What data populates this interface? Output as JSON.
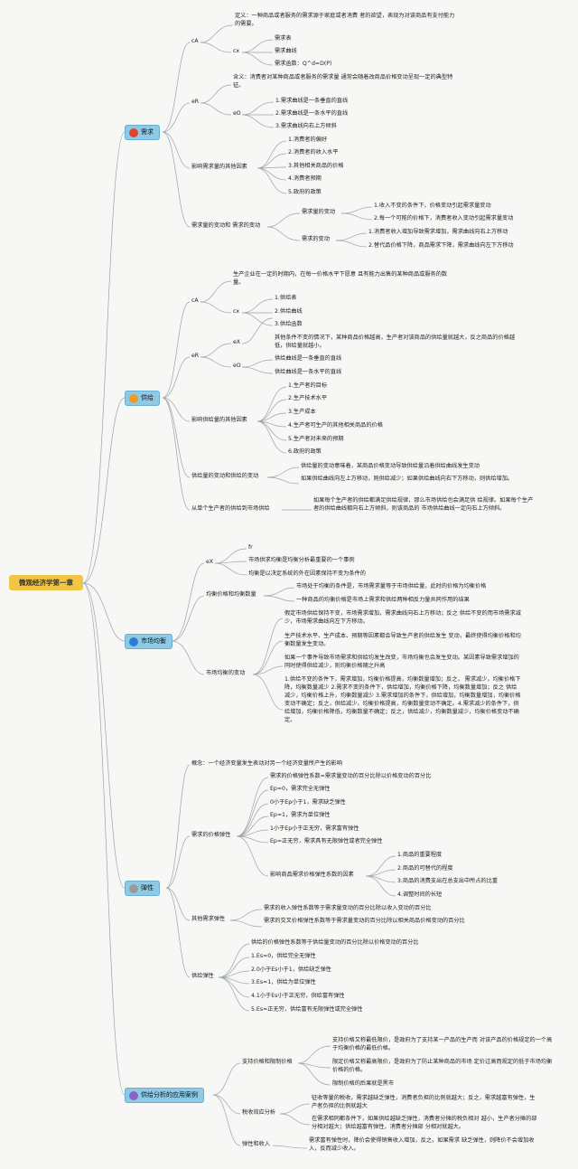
{
  "root": "微观经济学第一章",
  "sections": {
    "demand": "需求",
    "supply": "供给",
    "equilibrium": "市场均衡",
    "elasticity": "弹性",
    "application": "供给分析的应用案例"
  },
  "demand": {
    "cA": "cA",
    "def": "定义：一种商品或者服务的需求源于家庭或者消费 者的欲望，表现为对该商品有支付能力的需要。",
    "cx": "cx",
    "cx_items": [
      "需求表",
      "需求曲线",
      "需求函数：Q^d=D(P)"
    ],
    "eR": "eR",
    "law": "含义：消费者对某种商品或者服务的需求量 通常会随着改商品价格变动呈现一定的典型特征。",
    "eO": "eO",
    "eO_items": [
      "1.需求曲线是一条垂直的直线",
      "2.需求曲线是一条水平的直线",
      "3.需求曲线向右上方倾斜"
    ],
    "factors_label": "影响需求量的其他因素",
    "factors": [
      "1.消费者的偏好",
      "2.消费者的收入水平",
      "3.其他相关商品的价格",
      "4.消费者预期",
      "5.政府的政策"
    ],
    "change_label": "需求量的变动和 需求的变动",
    "qd_change": "需求量的变动",
    "qd_items": [
      "1.收入不变的条件下，价格变动引起需求量变动",
      "2.每一个可能的价格下，消费者收入变动引起需求量变动"
    ],
    "d_change": "需求的变动",
    "d_items": [
      "1.消费者收入增加导致需求增加，需求曲线向右上方移动",
      "2.替代品价格下降，商品需求下降，需求曲线向左下方移动"
    ]
  },
  "supply": {
    "cA": "cA",
    "def": "生产企业在一定的时期内，在每一价格水平下愿意 且有能力出售的某种商品或服务的数量。",
    "cx": "cx",
    "cx_items": [
      "1.供给表",
      "2.供给曲线",
      "3.供给函数"
    ],
    "eR": "eR",
    "eX": "eX",
    "eX_text": "其他条件不变的情况下，某种商品价格越高，生产者对该商品的供给量就越大，反之商品的价格越低，供给量就越小。",
    "eO": "eO",
    "eO_items": [
      "供给曲线是一条垂直的直线",
      "供给曲线是一条水平的直线"
    ],
    "factors_label": "影响供给量的其他因素",
    "factors": [
      "1.生产者的目标",
      "2.生产技术水平",
      "3.生产成本",
      "4.生产者可生产的其他相关商品的价格",
      "5.生产者对未来的预期",
      "6.政府的政策"
    ],
    "change_label": "供给量的变动和供给的变动",
    "change_items": [
      "供给量的变动意味着，某商品价格变动导致供给量沿着供给曲线发生变动",
      "如果供给曲线向左上方移动，则供给减少；如果供给曲线向右下方移动，则供给增加。"
    ],
    "single_label": "从单个生产者的供给到市场供给",
    "single_text": "如果每个生产者的供给都满足供给规律，那么市场供给也会满足供 给规律。如果每个生产者的供给曲线都向右上方倾斜，则该商品的 市场供给曲线一定向右上方倾斜。"
  },
  "equilibrium": {
    "eX": "eX",
    "fr": "fr",
    "ex_items": [
      "市场供求均衡是均衡分析最重要的一个事例",
      "均衡是以决定系统的外在因素保持不变为条件的"
    ],
    "pq_label": "均衡价格和均衡数量",
    "pq_items": [
      "市场处于均衡的条件是，市场需求量等于市场供给量，此时的价格为均衡价格",
      "一种商品的均衡价格是市场上需求和供给两种相反力量共同作用的结果"
    ],
    "change_label": "市场均衡的变动",
    "change_items": [
      "假定市场供给保持不变，市场需求增加，需求曲线向右上方移动；反之 供给不变的而市场需求减少，市场需求曲线向左下方移动。",
      "生产技术水平、生产成本、预期等因素都会导致生产者的供给发生 变动，最终使得均衡价格和均衡数量发生变动。",
      "如果一个事件导致市场需求和供给均发生改变，市场均衡也会发生变动。某因素导致需求增加的同时使得供给减少，则均衡价格随之升高",
      "1.供给不变的条件下，需求增加，均衡价格提高，均衡数量增加；反之， 需求减少，均衡价格下降，均衡数量减少 2.需求不变的条件下，供给增加，均衡价格下降，均衡数量增加；反之 供给减少，均衡价格上升，均衡数量减少 3.需求增加的条件下，供给增加，均衡数量增加，均衡价格变动不确定；反之，供给减少，均衡价格提高，均衡数量变动不确定。4.需求减少的条件下，供给增加，均衡价格降低，均衡数量不确定；反之，供给减少，均衡数量减少，均衡价格变动不确定。"
    ]
  },
  "elasticity": {
    "concept": "概念：一个经济变量发生表动对另一个经济变量所产生的影响",
    "demand_label": "需求的价格弹性",
    "demand_items": [
      "需求的价格弹性系数=需求量变动的百分比除以价格变动的百分比",
      "Ep=0，需求完全无弹性",
      "0小于Ep小于1，需求缺乏弹性",
      "Ep=1，需求为单位弹性",
      "1小于Ep小于正无穷，需求富有弹性",
      "Ep=正无穷，需求具有无限弹性或者完全弹性"
    ],
    "factor_label": "影响商品需求价格弹性系数的因素",
    "factor_items": [
      "1.商品的重要程度",
      "2.商品的可替代的程度",
      "3.商品的消费支出在总支出中所占的比重",
      "4.调整时间的长短"
    ],
    "other_label": "其他需求弹性",
    "other_items": [
      "需求的收入弹性系数等于需求量变动的百分比除以收入变动的百分比",
      "需求的交叉价格弹性系数等于需求量变动的百分比除以相关商品价格变动的百分比"
    ],
    "supply_label": "供给弹性",
    "supply_items": [
      "供给的价格弹性系数等于供给量变动的百分比除以价格变动的百分比",
      "1.Es=0，供给完全无弹性",
      "2.0小于Es小于1，供给缺乏弹性",
      "3.Es=1，供给为单位弹性",
      "4.1小于Es小于正无穷，供给富有弹性",
      "5.Es=正无穷，供给富有无限弹性或完全弹性"
    ]
  },
  "application": {
    "price_label": "支持价格和限制价格",
    "price_items": [
      "支持价格又称最低限价，是政府为了支持某一产品的生产而 对该产品的价格规定的一个高于均衡价格的最低价格。",
      "限定价格又称最高限价，是政府为了防止某种商品的市场 定价过高而规定的低于市场均衡价格的价格。",
      "限制价格的后果就是黑市"
    ],
    "tax_label": "税收效应分析",
    "tax_items": [
      "征收等量的税收，需求越缺乏弹性，消费者负担的比例就越大；反之，需求越富有弹性，生产者负担的比例就越大",
      "在需求相同都条件下，如果供给越缺乏弹性，消费者分摊的税负相对 越小，生产者分摊的部分相对越大；供给越富有弹性，消费者分摊部 分相对就越大。"
    ],
    "revenue_label": "弹性和收入",
    "revenue_text": "需求富有弹性时，降价会使得销售收入增加，反之，如果需求 缺乏弹性，则降价不会增加收入，反而减少收入。"
  }
}
